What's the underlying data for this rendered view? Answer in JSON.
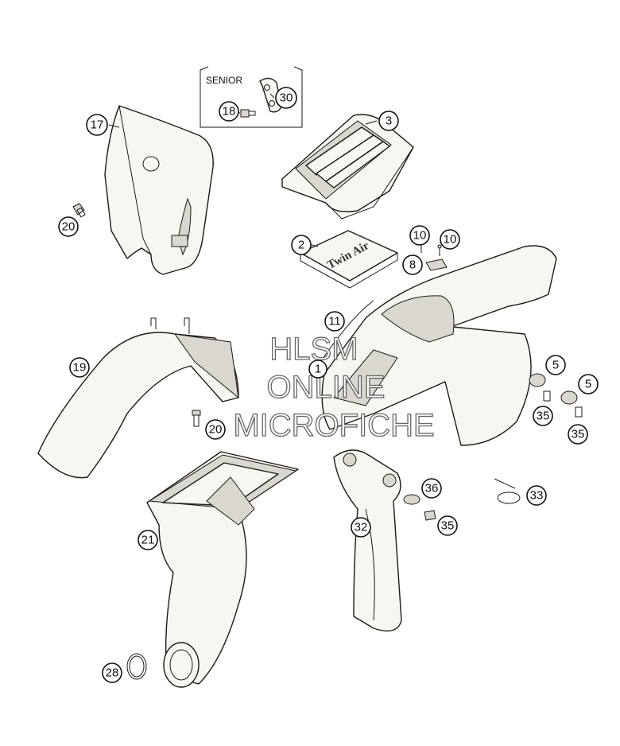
{
  "inset_label": "SENIOR",
  "watermark": {
    "line1": "HLSM",
    "line2": "ONLINE",
    "line3": "MICROFICHE"
  },
  "number_plate_text": "Twin Air",
  "callouts": {
    "c17": "17",
    "c18": "18",
    "c30": "30",
    "c3": "3",
    "c20a": "20",
    "c2": "2",
    "c10a": "10",
    "c10b": "10",
    "c8": "8",
    "c11": "11",
    "c1": "1",
    "c19": "19",
    "c5a": "5",
    "c5b": "5",
    "c35a": "35",
    "c35b": "35",
    "c20b": "20",
    "c36": "36",
    "c33": "33",
    "c35c": "35",
    "c21": "21",
    "c32": "32",
    "c28": "28"
  }
}
